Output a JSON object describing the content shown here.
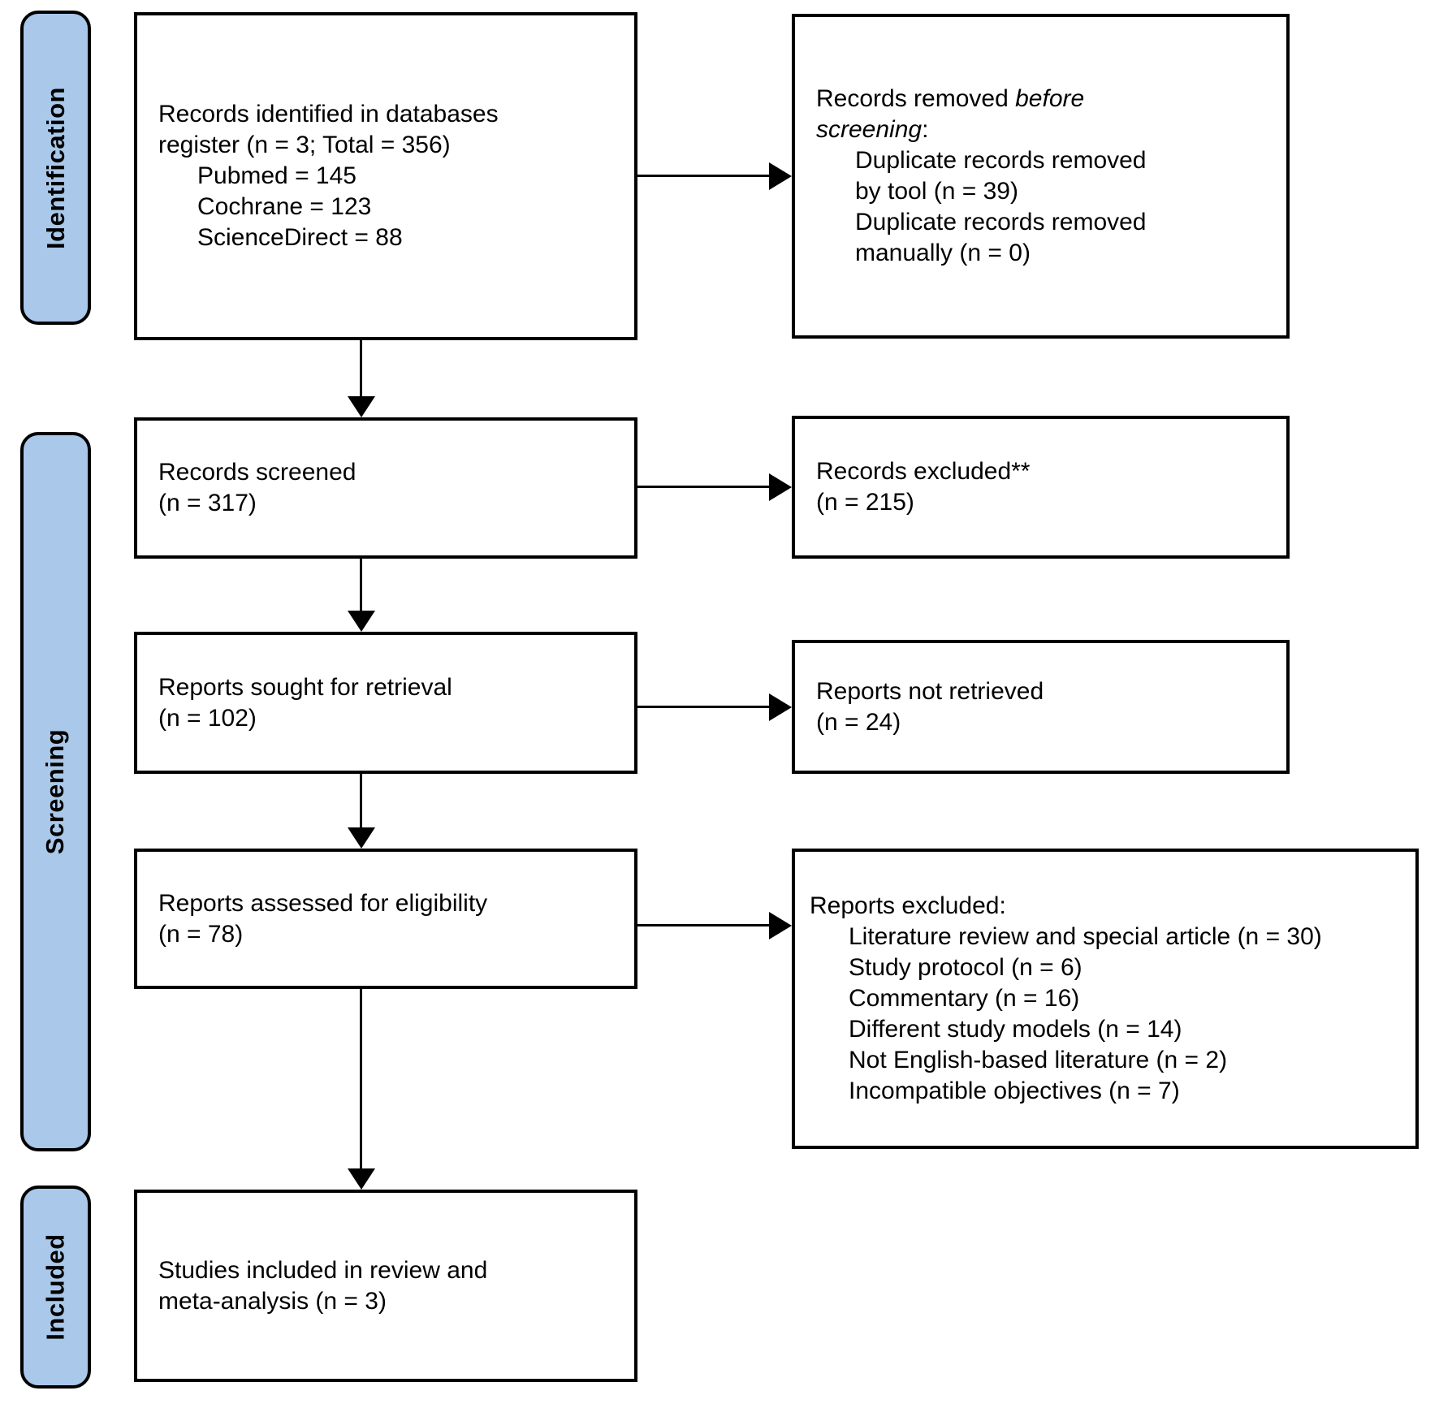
{
  "diagram": {
    "type": "prisma-flow",
    "colors": {
      "stage_fill": "#a9c8ea",
      "box_border": "#000000",
      "background": "#ffffff",
      "text": "#000000"
    }
  },
  "stages": [
    {
      "label": "Identification"
    },
    {
      "label": "Screening"
    },
    {
      "label": "Included"
    }
  ],
  "main_flow": [
    {
      "id": "records-identified",
      "lines": [
        {
          "text": "Records identified in databases",
          "indent": 0
        },
        {
          "text": "register (n = 3; Total = 356)",
          "indent": 0
        },
        {
          "text": "Pubmed = 145",
          "indent": 1
        },
        {
          "text": "Cochrane = 123",
          "indent": 1
        },
        {
          "text": "ScienceDirect = 88",
          "indent": 1
        }
      ]
    },
    {
      "id": "records-screened",
      "lines": [
        {
          "text": "Records screened",
          "indent": 0
        },
        {
          "text": "(n = 317)",
          "indent": 0
        }
      ]
    },
    {
      "id": "reports-sought",
      "lines": [
        {
          "text": "Reports sought for retrieval",
          "indent": 0
        },
        {
          "text": "(n = 102)",
          "indent": 0
        }
      ]
    },
    {
      "id": "reports-assessed",
      "lines": [
        {
          "text": "Reports assessed for eligibility",
          "indent": 0
        },
        {
          "text": "(n = 78)",
          "indent": 0
        }
      ]
    },
    {
      "id": "studies-included",
      "lines": [
        {
          "text": "Studies included in review and",
          "indent": 0
        },
        {
          "text": "meta-analysis (n = 3)",
          "indent": 0
        }
      ]
    }
  ],
  "side_flow": [
    {
      "id": "records-removed-before-screening",
      "lines": [
        {
          "pre": "Records removed ",
          "italic": "before",
          "post": "",
          "indent": 0
        },
        {
          "pre": "",
          "italic": "screening",
          "post": ":",
          "indent": 0
        },
        {
          "text": "Duplicate records removed",
          "indent": 1
        },
        {
          "text": "by tool (n = 39)",
          "indent": 1
        },
        {
          "text": "Duplicate records removed",
          "indent": 1
        },
        {
          "text": "manually (n = 0)",
          "indent": 1
        }
      ]
    },
    {
      "id": "records-excluded",
      "lines": [
        {
          "text": "Records excluded**",
          "indent": 0
        },
        {
          "text": "(n = 215)",
          "indent": 0
        }
      ]
    },
    {
      "id": "reports-not-retrieved",
      "lines": [
        {
          "text": "Reports not retrieved",
          "indent": 0
        },
        {
          "text": "(n = 24)",
          "indent": 0
        }
      ]
    },
    {
      "id": "reports-excluded",
      "lines": [
        {
          "text": "Reports excluded:",
          "indent": 0
        },
        {
          "text": "Literature review and special article (n = 30)",
          "indent": 1
        },
        {
          "text": "Study protocol (n = 6)",
          "indent": 1
        },
        {
          "text": "Commentary (n = 16)",
          "indent": 1
        },
        {
          "text": "Different study models (n = 14)",
          "indent": 1
        },
        {
          "text": "Not English-based literature (n = 2)",
          "indent": 1
        },
        {
          "text": "Incompatible objectives (n = 7)",
          "indent": 1
        }
      ]
    }
  ]
}
